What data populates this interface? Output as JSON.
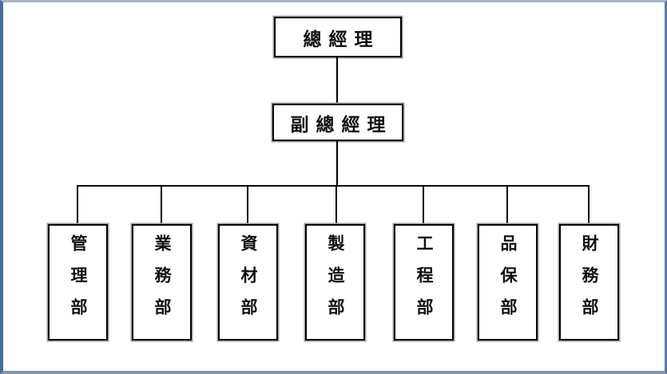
{
  "diagram": {
    "type": "org-chart",
    "nodes": {
      "general_manager": "總經理",
      "deputy_general_manager": "副總經理"
    },
    "departments": [
      "管理部",
      "業務部",
      "資材部",
      "製造部",
      "工程部",
      "品保部",
      "財務部"
    ]
  },
  "colors": {
    "background": "#ffffff",
    "node_border": "#000000",
    "node_shadow": "#9e9e9e",
    "connector": "#000000",
    "frame_top": "#a8b5c7",
    "frame_left": "#4a6c9c",
    "frame_right": "#5e7ca4",
    "frame_bottom": "#8694a6"
  }
}
